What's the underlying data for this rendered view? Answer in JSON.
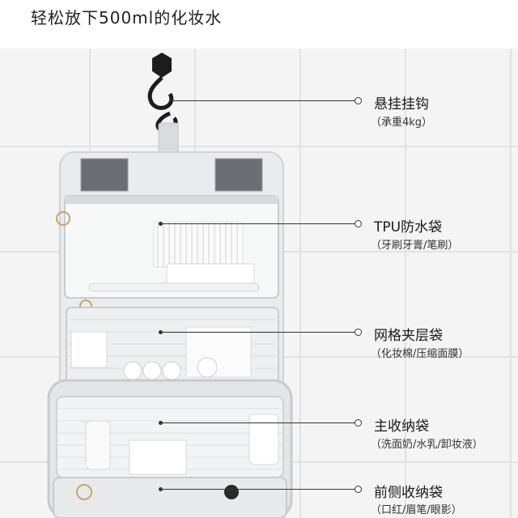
{
  "title": "轻松放下500ml的化妆水",
  "callouts": [
    {
      "label": "悬挂挂钩",
      "sub": "（承重4kg）"
    },
    {
      "label": "TPU防水袋",
      "sub": "（牙刷牙膏/笔刷）"
    },
    {
      "label": "网格夹层袋",
      "sub": "（化妆棉/压缩面膜）"
    },
    {
      "label": "主收纳袋",
      "sub": "（洗面奶/水乳/卸妆液）"
    },
    {
      "label": "前侧收纳袋",
      "sub": "（口红/眉笔/眼影）"
    }
  ],
  "colors": {
    "accent_line": "#333333",
    "bag_body": "#e9ebec",
    "hook": "#1c1c1c"
  }
}
